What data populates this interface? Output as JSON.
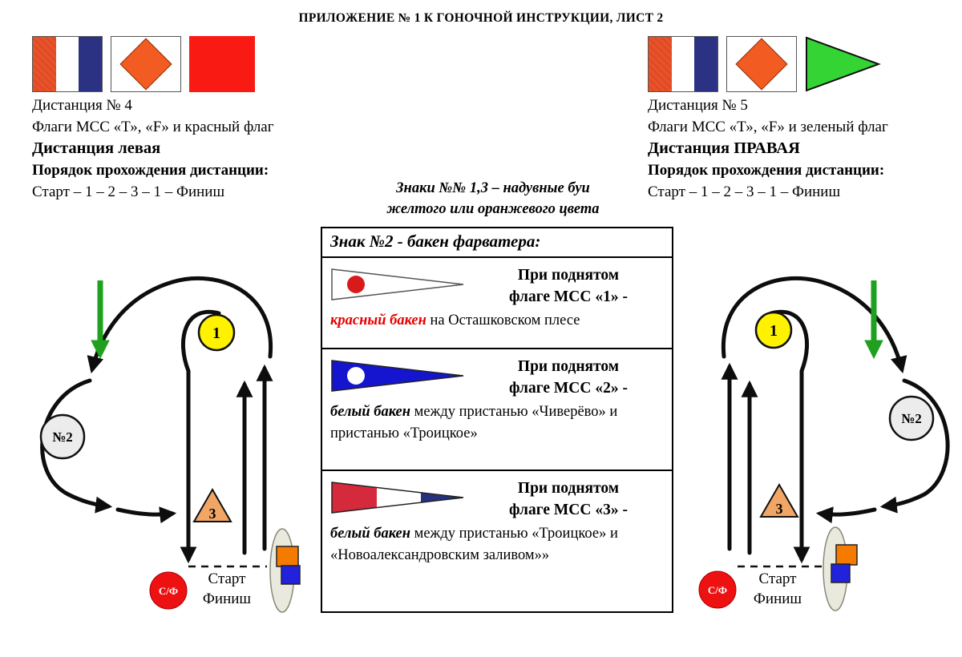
{
  "title": "ПРИЛОЖЕНИЕ № 1 К ГОНОЧНОЙ ИНСТРУКЦИИ, ЛИСТ 2",
  "center_note": {
    "line1": "Знаки №№ 1,3 – надувные буи",
    "line2": "желтого или оранжевого цвета"
  },
  "left_course": {
    "name": "Дистанция № 4",
    "flags_desc": "Флаги МСС «Т», «F» и красный флаг",
    "direction": "Дистанция левая",
    "order_label": "Порядок прохождения дистанции:",
    "order_value": "Старт – 1 – 2 – 3 – 1 – Финиш",
    "flag_icons": [
      "ics-t-flag",
      "ics-f-flag",
      "red-flag"
    ],
    "mark1": "1",
    "mark2": "№2",
    "mark3": "3",
    "start_finish": "С/Ф",
    "start_label": "Старт",
    "finish_label": "Финиш"
  },
  "right_course": {
    "name": "Дистанция № 5",
    "flags_desc": "Флаги МСС «Т», «F» и зеленый флаг",
    "direction": "Дистанция ПРАВАЯ",
    "order_label": "Порядок прохождения дистанции:",
    "order_value": "Старт – 1 – 2 – 3 – 1 – Финиш",
    "flag_icons": [
      "ics-t-flag",
      "ics-f-flag",
      "green-pennant"
    ],
    "mark1": "1",
    "mark2": "№2",
    "mark3": "3",
    "start_finish": "С/Ф",
    "start_label": "Старт",
    "finish_label": "Финиш"
  },
  "buoy_table": {
    "header": "Знак №2 - бакен фарватера:",
    "rows": [
      {
        "flag_icon": "ics-numeral-1-pennant",
        "condition_line1": "При поднятом",
        "condition_line2": "флаге МСС «1» -",
        "buoy": "красный бакен",
        "location": " на Осташковском плесе"
      },
      {
        "flag_icon": "ics-numeral-2-pennant",
        "condition_line1": "При поднятом",
        "condition_line2": "флаге МСС «2» -",
        "buoy": "белый бакен",
        "location": " между пристанью «Чиверёво» и пристанью «Троицкое»"
      },
      {
        "flag_icon": "ics-numeral-3-pennant",
        "condition_line1": "При поднятом",
        "condition_line2": "флаге МСС «3» -",
        "buoy": "белый бакен",
        "location": " между пристанью «Троицкое» и «Новоалександровским заливом»»"
      }
    ]
  },
  "colors": {
    "red_buoy_text": "#e60000",
    "flag_red": "#fa1a14",
    "flag_t_red": "#e8512b",
    "flag_t_blue": "#2b3283",
    "flag_f_orange": "#f25c22",
    "pennant_green": "#35d435",
    "wind_green": "#1fa01f",
    "mark_yellow": "#fff200",
    "mark3_orange": "#f2a666",
    "start_finish_red": "#ee1111",
    "sq_orange": "#f47a00",
    "sq_blue": "#2222dd"
  }
}
